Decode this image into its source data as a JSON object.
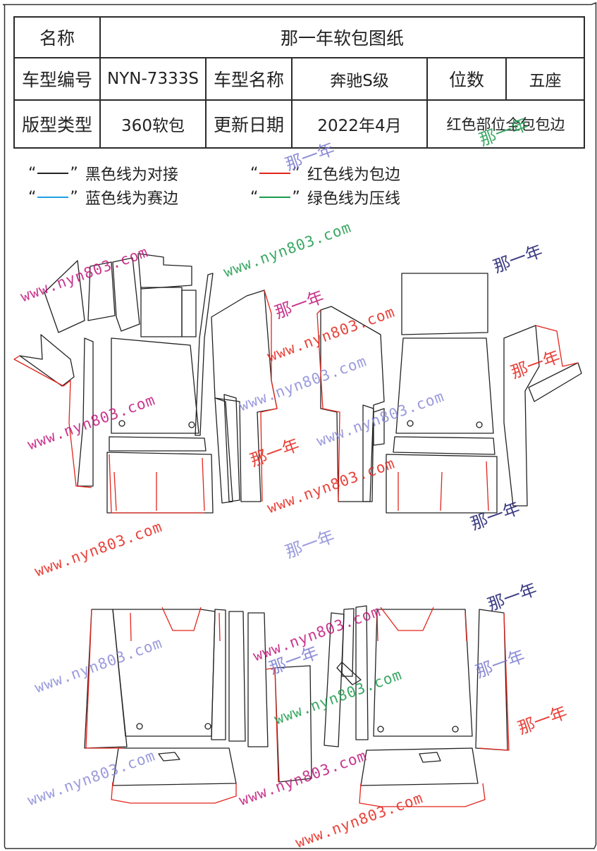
{
  "info_table": {
    "r1": {
      "label": "名称",
      "value": "那一年软包图纸"
    },
    "r2": {
      "label1": "车型编号",
      "value1": "NYN-7333S",
      "label2": "车型名称",
      "value2": "奔驰S级",
      "label3": "位数",
      "value3": "五座"
    },
    "r3": {
      "label1": "版型类型",
      "value1": "360软包",
      "label2": "更新日期",
      "value2": "2022年4月",
      "value3": "红色部位全包包边"
    }
  },
  "legend": [
    {
      "text": "黑色线为对接",
      "color": "#222222"
    },
    {
      "text": "红色线为包边",
      "color": "#e3241b"
    },
    {
      "text": "蓝色线为赛边",
      "color": "#1ba1e2"
    },
    {
      "text": "绿色线为压线",
      "color": "#1a9a4a"
    }
  ],
  "legend_quote_open": "“",
  "legend_quote_close": "”",
  "watermark": {
    "url": "www.nyn803.com",
    "brand": "那一年",
    "colors": [
      "#c0147a",
      "#1a9a4a",
      "#8a8ad8",
      "#e3241b",
      "#1a1a6e",
      "#7a7ad0"
    ]
  }
}
